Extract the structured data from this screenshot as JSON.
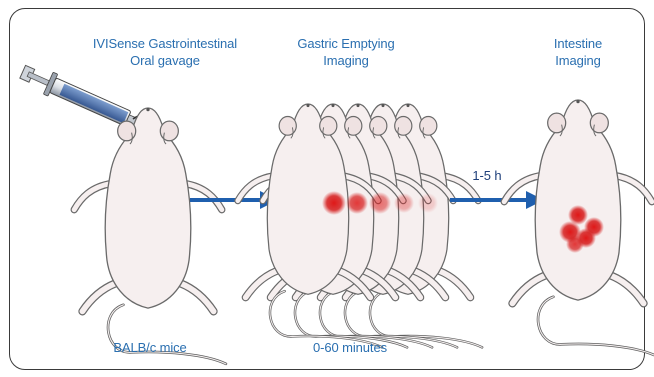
{
  "panels": {
    "gavage": {
      "title_line1": "IVISense Gastrointestinal",
      "title_line2": "Oral gavage",
      "caption": "BALB/c mice"
    },
    "gastric": {
      "title_line1": "Gastric Emptying",
      "title_line2": "Imaging",
      "caption": "0-60 minutes"
    },
    "intestine": {
      "title_line1": "Intestine",
      "title_line2": "Imaging"
    }
  },
  "arrows": {
    "time_label": "1-5 h"
  },
  "colors": {
    "arrow": "#1f5fae",
    "label_text": "#2a6fb0",
    "signal": "#d81f1f",
    "mouse_fill": "#f6efef",
    "mouse_outline": "#6a6a6a"
  },
  "icons": [
    "syringe-icon",
    "mouse-icon",
    "fluorescence-signal-icon",
    "arrow-right-icon"
  ]
}
